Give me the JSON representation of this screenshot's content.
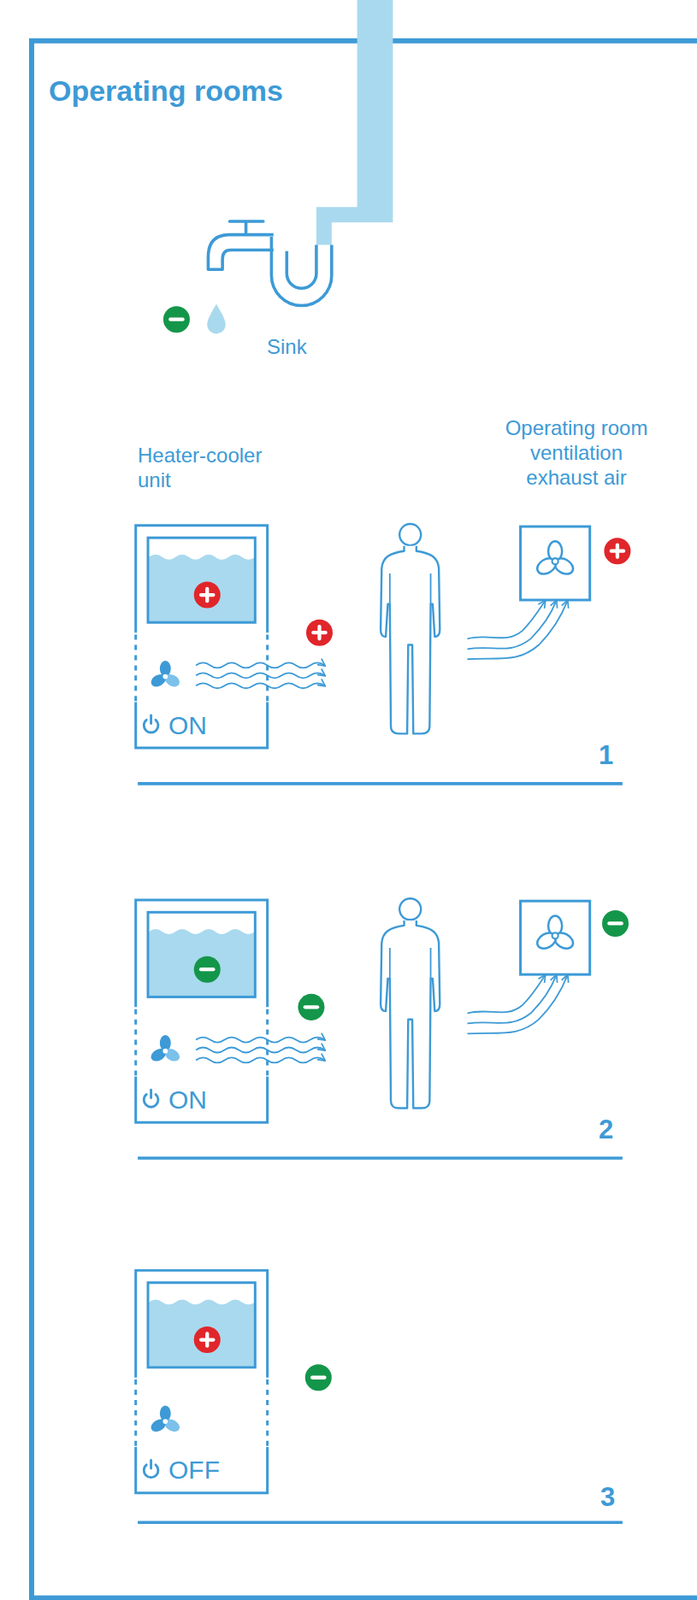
{
  "diagram": {
    "title": "Operating rooms",
    "nodes": [
      {
        "text": [
          "Heater-cooler unit",
          "ON"
        ]
      },
      {
        "text": [
          "ON"
        ]
      },
      {
        "text": [
          "OFF"
        ]
      }
    ],
    "labels": [
      "Sink",
      "Operating room ventilation exhaust air",
      "1",
      "2",
      "3"
    ]
  }
}
